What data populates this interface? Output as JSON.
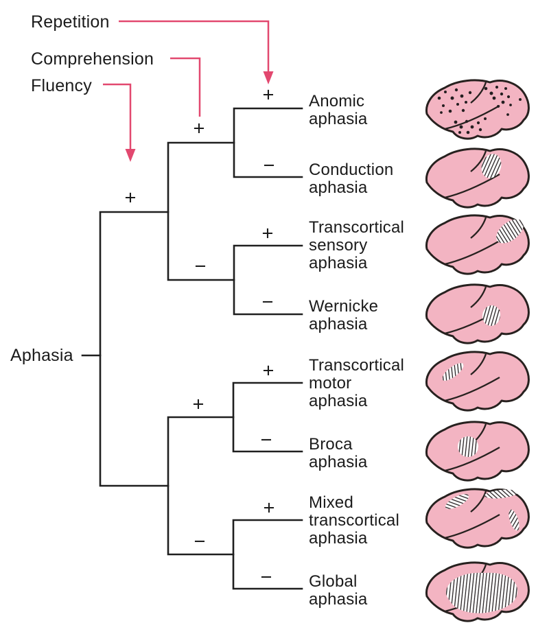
{
  "diagram": {
    "root_label": "Aphasia",
    "factors": {
      "repetition": "Repetition",
      "comprehension": "Comprehension",
      "fluency": "Fluency"
    },
    "signs": {
      "plus": "+",
      "minus": "−"
    },
    "leaves": [
      {
        "name": "anomic-aphasia",
        "lines": [
          "Anomic",
          "aphasia"
        ],
        "fluency": "+",
        "comprehension": "+",
        "repetition": "+",
        "lesion": "scattered dots over frontal, parietal and temporal cortex"
      },
      {
        "name": "conduction-aphasia",
        "lines": [
          "Conduction",
          "aphasia"
        ],
        "fluency": "+",
        "comprehension": "+",
        "repetition": "−",
        "lesion": "hatched patch over supramarginal region"
      },
      {
        "name": "transcortical-sensory-aphasia",
        "lines": [
          "Transcortical",
          "sensory",
          "aphasia"
        ],
        "fluency": "+",
        "comprehension": "−",
        "repetition": "+",
        "lesion": "hatched patch at parieto-occipital junction"
      },
      {
        "name": "wernicke-aphasia",
        "lines": [
          "Wernicke",
          "aphasia"
        ],
        "fluency": "+",
        "comprehension": "−",
        "repetition": "−",
        "lesion": "hatched oval over posterior superior temporal region"
      },
      {
        "name": "transcortical-motor-aphasia",
        "lines": [
          "Transcortical",
          "motor",
          "aphasia"
        ],
        "fluency": "−",
        "comprehension": "+",
        "repetition": "+",
        "lesion": "hatched streak over superior frontal region"
      },
      {
        "name": "broca-aphasia",
        "lines": [
          "Broca",
          "aphasia"
        ],
        "fluency": "−",
        "comprehension": "+",
        "repetition": "−",
        "lesion": "hatched disc over inferior frontal region"
      },
      {
        "name": "mixed-transcortical-aphasia",
        "lines": [
          "Mixed",
          "transcortical",
          "aphasia"
        ],
        "fluency": "−",
        "comprehension": "−",
        "repetition": "+",
        "lesion": "hatched bands along superior and posterior watershed margins"
      },
      {
        "name": "global-aphasia",
        "lines": [
          "Global",
          "aphasia"
        ],
        "fluency": "−",
        "comprehension": "−",
        "repetition": "−",
        "lesion": "large hatched area covering perisylvian region"
      }
    ],
    "colors": {
      "arrow_pink": "#e2486f",
      "brain_fill": "#f3b4c2",
      "outline_dark": "#27211f",
      "tree_line": "#1f1f1f",
      "text_black": "#1b1b1b"
    }
  }
}
